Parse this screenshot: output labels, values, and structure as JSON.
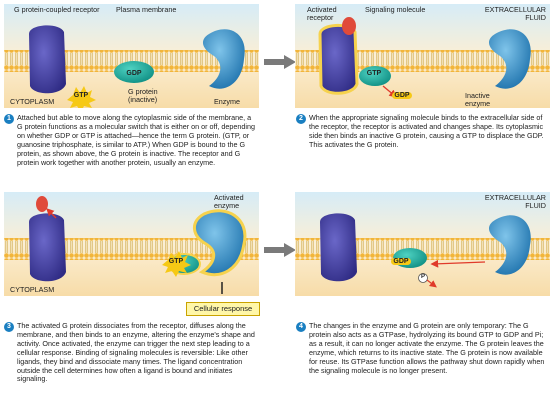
{
  "panel1": {
    "receptor_label": "G protein-coupled receptor",
    "membrane_label": "Plasma membrane",
    "cytoplasm_label": "CYTOPLASM",
    "gtp": "GTP",
    "gdp": "GDP",
    "gprotein_label": "G protein (inactive)",
    "enzyme_label": "Enzyme",
    "step": "1",
    "caption": "Attached but able to move along the cytoplasmic side of the membrane, a G protein functions as a molecular switch that is either on or off, depending on whether GDP or GTP is attached—hence the term G protein. (GTP, or guanosine triphosphate, is similar to ATP.) When GDP is bound to the G protein, as shown above, the G protein is inactive. The receptor and G protein work together with another protein, usually an enzyme."
  },
  "panel2": {
    "receptor_label": "Activated receptor",
    "signal_label": "Signaling molecule",
    "fluid_label": "EXTRACELLULAR FLUID",
    "gtp": "GTP",
    "gdp": "GDP",
    "enzyme_label": "Inactive enzyme",
    "step": "2",
    "caption": "When the appropriate signaling molecule binds to the extracellular side of the receptor, the receptor is activated and changes shape. Its cytoplasmic side then binds an inactive G protein, causing a GTP to displace the GDP. This activates the G protein."
  },
  "panel3": {
    "enzyme_label": "Activated enzyme",
    "gtp": "GTP",
    "response_label": "Cellular response",
    "cytoplasm_label": "CYTOPLASM",
    "step": "3",
    "caption": "The activated G protein dissociates from the receptor, diffuses along the membrane, and then binds to an enzyme, altering the enzyme's shape and activity. Once activated, the enzyme can trigger the next step leading to a cellular response. Binding of signaling molecules is reversible: Like other ligands, they bind and dissociate many times. The ligand concentration outside the cell determines how often a ligand is bound and initiates signaling."
  },
  "panel4": {
    "fluid_label": "EXTRACELLULAR FLUID",
    "gdp": "GDP",
    "phosphate": "P",
    "step": "4",
    "caption": "The changes in the enzyme and G protein are only temporary: The G protein also acts as a GTPase, hydrolyzing its bound GTP to GDP and Pi; as a result, it can no longer activate the enzyme. The G protein leaves the enzyme, which returns to its inactive state. The G protein is now available for reuse. Its GTPase function allows the pathway shut down rapidly when the signaling molecule is no longer present."
  }
}
